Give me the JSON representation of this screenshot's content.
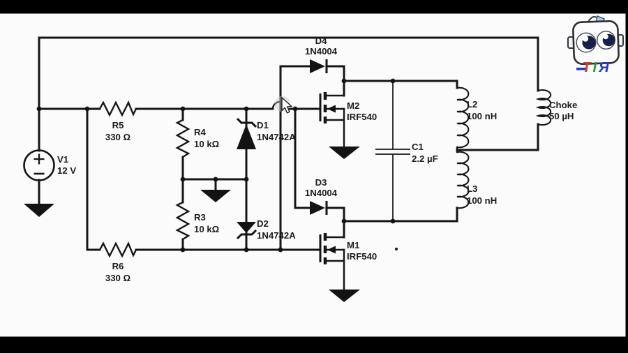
{
  "meta": {
    "kind": "circuit-schematic video frame",
    "letterbox_color": "#000000",
    "canvas_color": "#fbfbfb",
    "wire_color": "#161616",
    "text_color": "#1c1c1c"
  },
  "components": {
    "v1": {
      "ref": "V1",
      "value": "12 V"
    },
    "r5": {
      "ref": "R5",
      "value": "330 Ω"
    },
    "r6": {
      "ref": "R6",
      "value": "330 Ω"
    },
    "r4": {
      "ref": "R4",
      "value": "10 kΩ"
    },
    "r3": {
      "ref": "R3",
      "value": "10 kΩ"
    },
    "d1": {
      "ref": "D1",
      "value": "1N4742A"
    },
    "d2": {
      "ref": "D2",
      "value": "1N4742A"
    },
    "d4": {
      "ref": "D4",
      "value": "1N4004"
    },
    "d3": {
      "ref": "D3",
      "value": "1N4004"
    },
    "m2": {
      "ref": "M2",
      "value": "IRF540"
    },
    "m1": {
      "ref": "M1",
      "value": "IRF540"
    },
    "c1": {
      "ref": "C1",
      "value": "2.2 µF"
    },
    "l2": {
      "ref": "L2",
      "value": "100 nH"
    },
    "l3": {
      "ref": "L3",
      "value": "100 nH"
    },
    "choke": {
      "ref": "Choke",
      "value": "50 µH"
    }
  },
  "logo": {
    "letters": [
      "T",
      "I",
      "Я"
    ],
    "letter_colors": [
      "#e03a1e",
      "#1f9e3a",
      "#2239c8"
    ]
  }
}
